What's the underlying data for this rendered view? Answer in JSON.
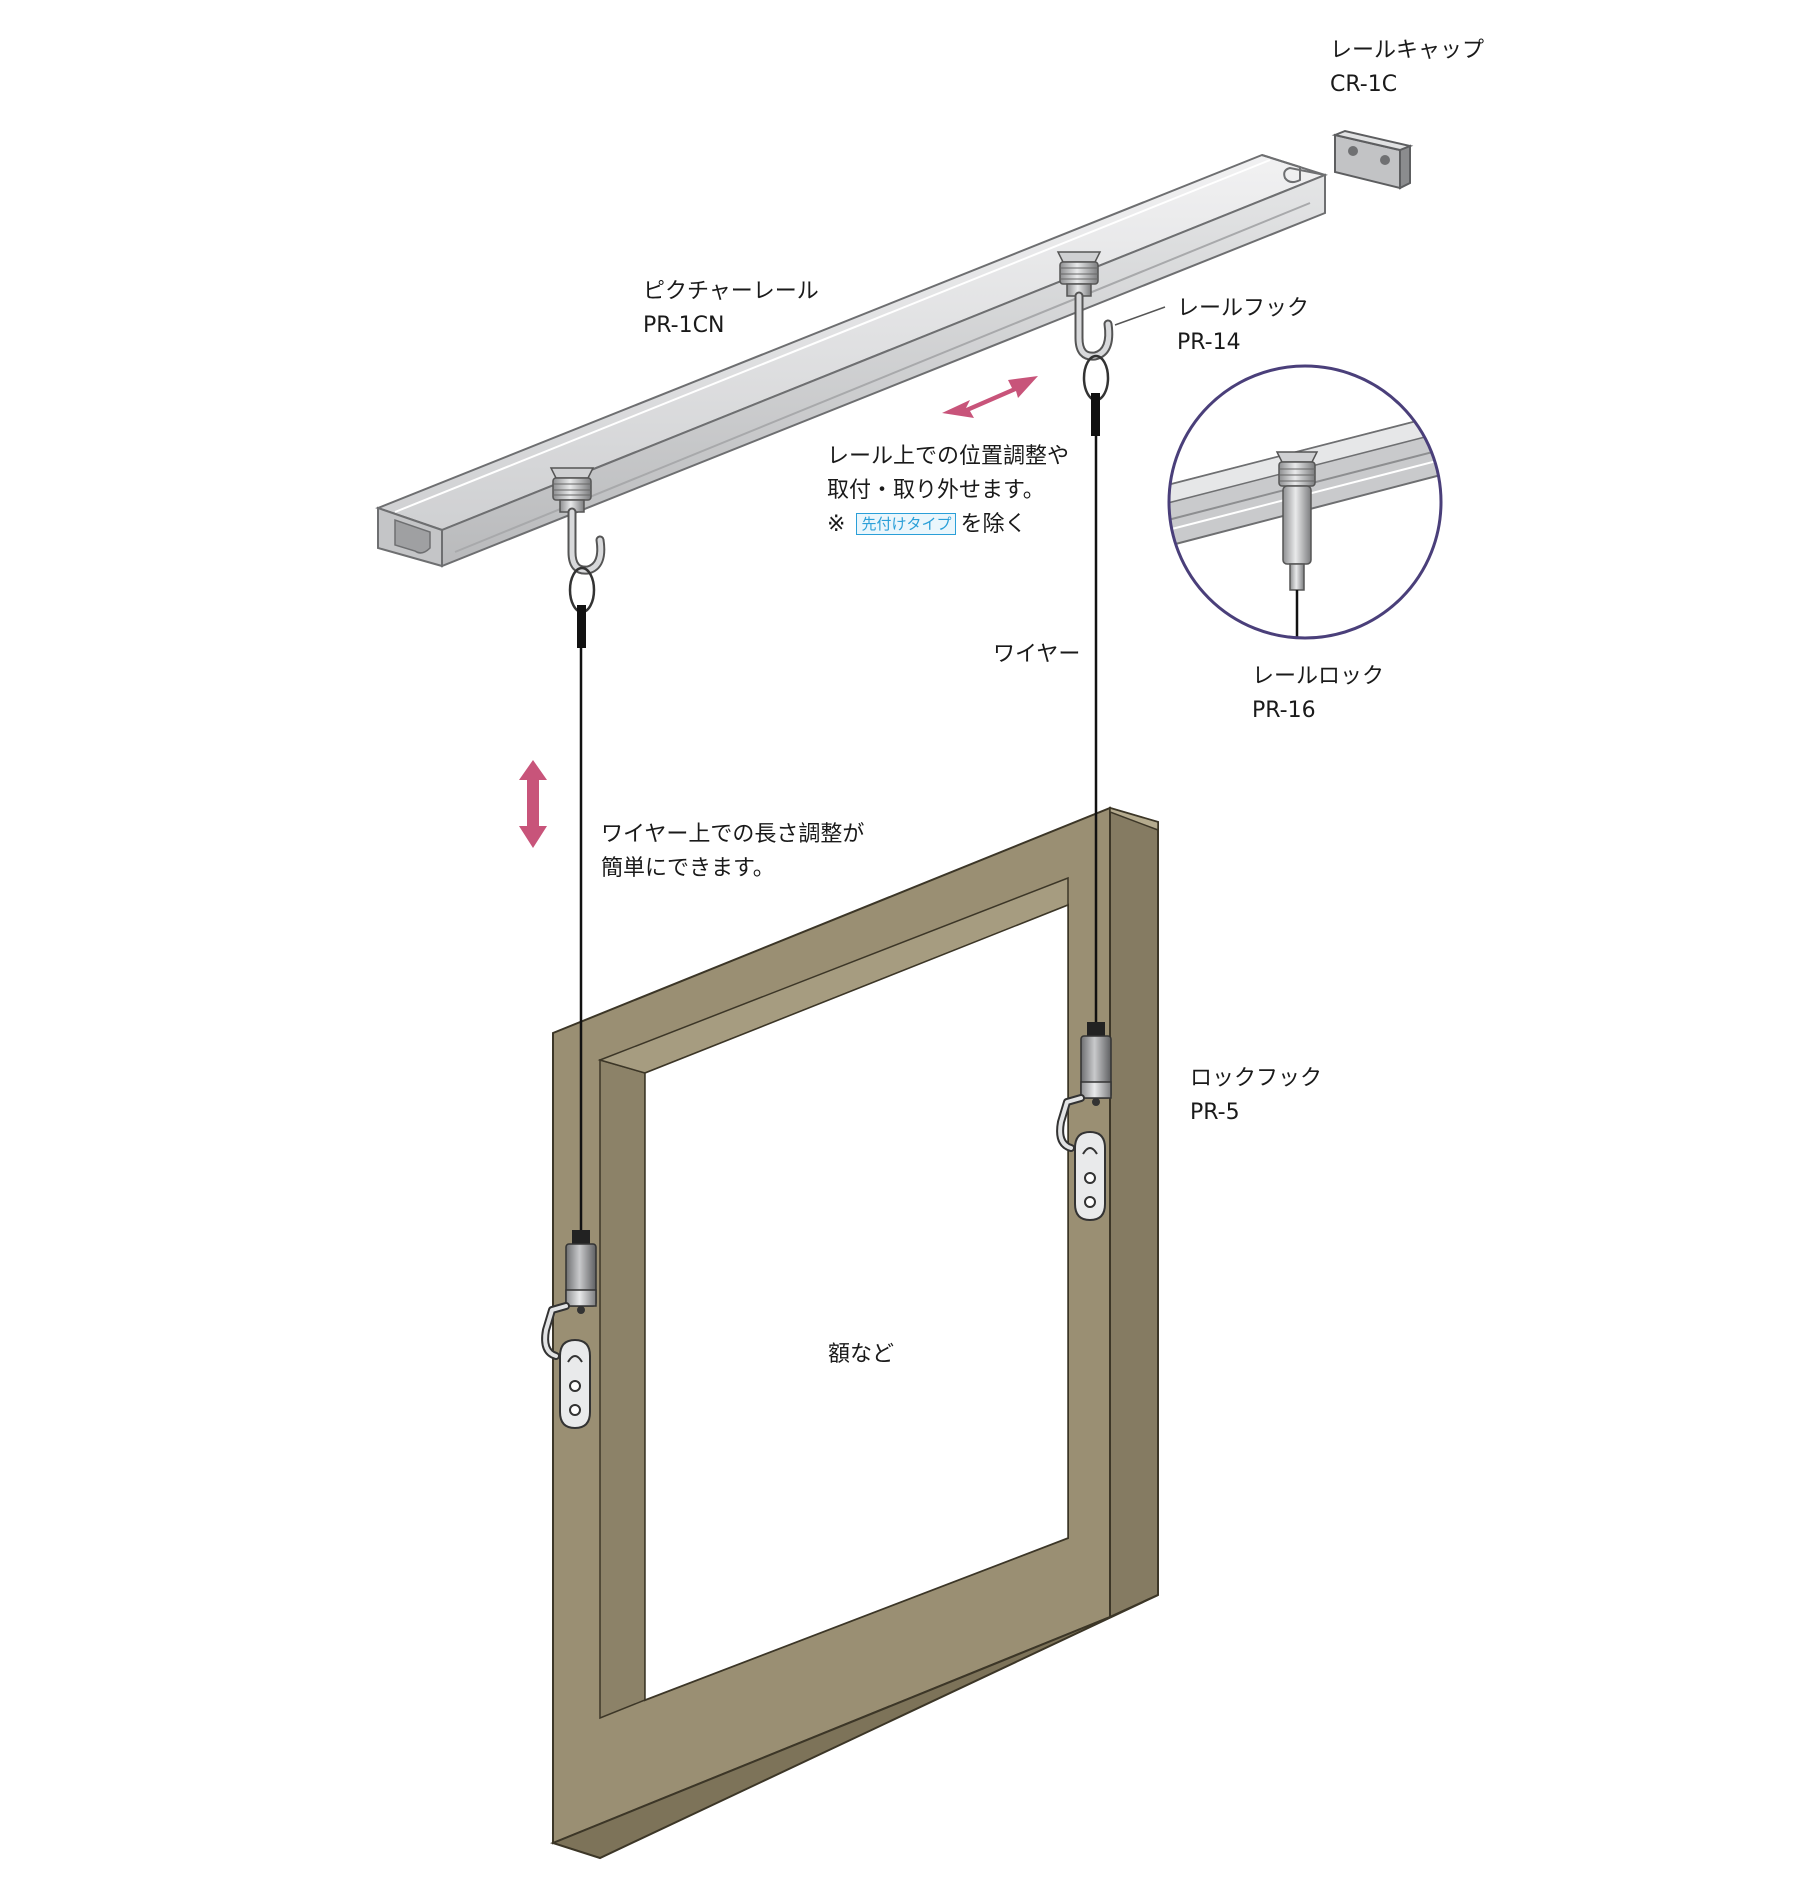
{
  "labels": {
    "rail_cap": {
      "name": "レールキャップ",
      "code": "CR-1C"
    },
    "picture_rail": {
      "name": "ピクチャーレール",
      "code": "PR-1CN"
    },
    "rail_hook": {
      "name": "レールフック",
      "code": "PR-14"
    },
    "rail_lock": {
      "name": "レールロック",
      "code": "PR-16"
    },
    "wire": {
      "name": "ワイヤー"
    },
    "lock_hook": {
      "name": "ロックフック",
      "code": "PR-5"
    },
    "frame": {
      "name": "額など"
    }
  },
  "notes": {
    "rail_adjust": {
      "line1": "レール上での位置調整や",
      "line2": "取付・取り外せます。",
      "prefix": "※",
      "tag": "先付けタイプ",
      "suffix": "を除く"
    },
    "wire_adjust": {
      "line1": "ワイヤー上での長さ調整が",
      "line2": "簡単にできます。"
    }
  },
  "colors": {
    "rail": "#d9dadb",
    "frame": "#9a8f73",
    "frame_dark": "#857b62",
    "arrow": "#c8547a",
    "circle": "#4a3f7a",
    "tag": "#2a9fd8"
  }
}
